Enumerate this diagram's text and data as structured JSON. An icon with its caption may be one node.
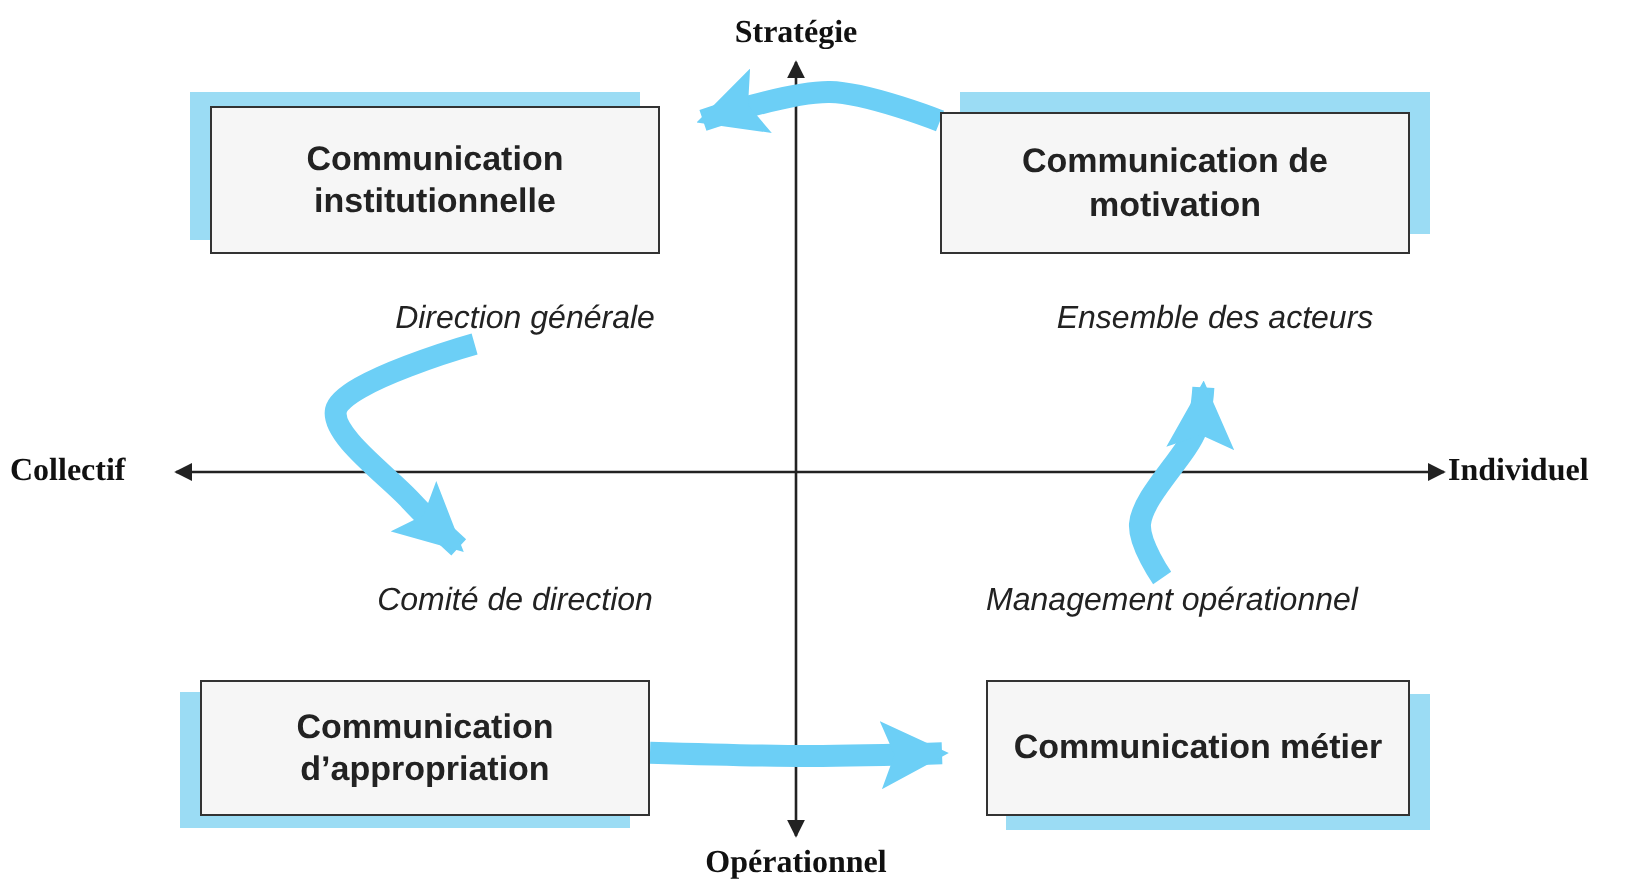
{
  "diagram": {
    "nodes": [
      {
        "text": [
          "Communication institutionnelle"
        ]
      },
      {
        "text": [
          "Communication de motivation"
        ]
      },
      {
        "text": [
          "Direction générale"
        ]
      },
      {
        "text": [
          "Ensemble des acteurs"
        ]
      },
      {
        "text": [
          "Comité de direction"
        ]
      },
      {
        "text": [
          "Management opérationnel"
        ]
      },
      {
        "text": [
          "Communication d’appropriation"
        ]
      },
      {
        "text": [
          "Communication métier"
        ]
      }
    ],
    "edges": [
      {
        "from": 1,
        "to": 0,
        "arrow": "to"
      },
      {
        "from": 2,
        "to": 4,
        "arrow": "to"
      },
      {
        "from": 6,
        "to": 7,
        "arrow": "to"
      },
      {
        "from": 5,
        "to": 3,
        "arrow": "to"
      }
    ],
    "labels": [
      "Stratégie",
      "Collectif",
      "Individuel",
      "Opérationnel"
    ]
  }
}
